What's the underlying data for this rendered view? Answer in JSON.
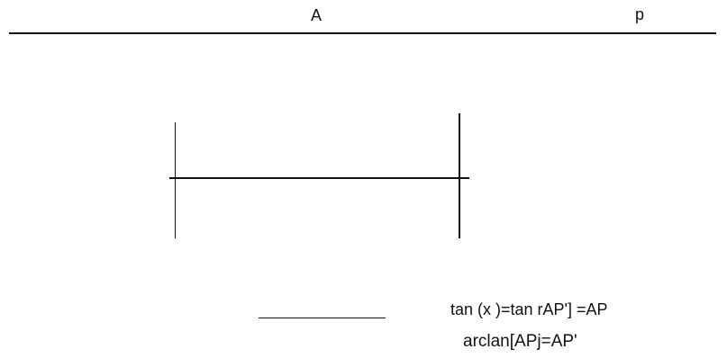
{
  "diagram": {
    "labels": {
      "top_left": "A",
      "top_right": "p"
    },
    "equations": {
      "line1": "tan (x )=tan rAP'] =AP",
      "line2": "arclan[APj=AP'"
    },
    "colors": {
      "ink": "#111111",
      "background": "#ffffff"
    }
  }
}
